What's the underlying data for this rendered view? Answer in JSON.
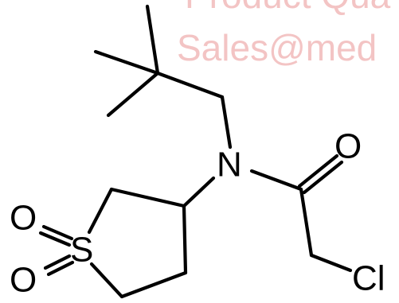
{
  "watermark": {
    "line1": "Product Qua",
    "line2": "Sales@med",
    "color": "#f3c4c4"
  },
  "atoms": {
    "nitrogen": "N",
    "carbonyl_oxygen": "O",
    "sulfur": "S",
    "sulfonyl_oxygen_top": "O",
    "sulfonyl_oxygen_bottom": "O",
    "chlorine": "Cl"
  },
  "colors": {
    "ink": "#000000",
    "background": "#ffffff"
  }
}
